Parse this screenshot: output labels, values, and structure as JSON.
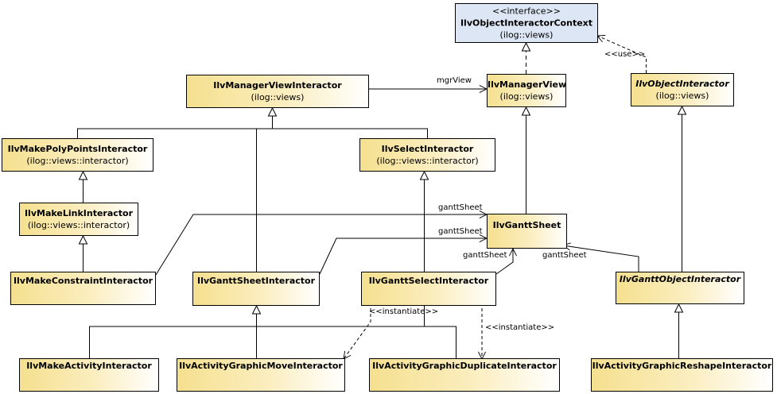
{
  "classes": {
    "ctx": {
      "stereotype": "<<interface>>",
      "name": "IlvObjectInteractorContext",
      "package": "(ilog::views)"
    },
    "mvi": {
      "name": "IlvManagerViewInteractor",
      "package": "(ilog::views)"
    },
    "mv": {
      "name": "IlvManagerView",
      "package": "(ilog::views)"
    },
    "oi": {
      "name": "IlvObjectInteractor",
      "package": "(ilog::views)"
    },
    "mpp": {
      "name": "IlvMakePolyPointsInteractor",
      "package": "(ilog::views::interactor)"
    },
    "sel": {
      "name": "IlvSelectInteractor",
      "package": "(ilog::views::interactor)"
    },
    "mli": {
      "name": "IlvMakeLinkInteractor",
      "package": "(ilog::views::interactor)"
    },
    "gs": {
      "name": "IlvGanttSheet"
    },
    "mci": {
      "name": "IlvMakeConstraintInteractor"
    },
    "gsi": {
      "name": "IlvGanttSheetInteractor"
    },
    "gsel": {
      "name": "IlvGanttSelectInteractor"
    },
    "goi": {
      "name": "IlvGanttObjectInteractor"
    },
    "mai": {
      "name": "IlvMakeActivityInteractor"
    },
    "agm": {
      "name": "IlvActivityGraphicMoveInteractor"
    },
    "agd": {
      "name": "IlvActivityGraphicDuplicateInteractor"
    },
    "agr": {
      "name": "IlvActivityGraphicReshapeInteractor"
    }
  },
  "labels": {
    "use": "<<use>>",
    "mgrView": "mgrView",
    "ganttSheet1": "ganttSheet",
    "ganttSheet2": "ganttSheet",
    "ganttSheet3": "ganttSheet",
    "ganttSheet4": "ganttSheet",
    "instantiate1": "<<instantiate>>",
    "instantiate2": "<<instantiate>>"
  }
}
